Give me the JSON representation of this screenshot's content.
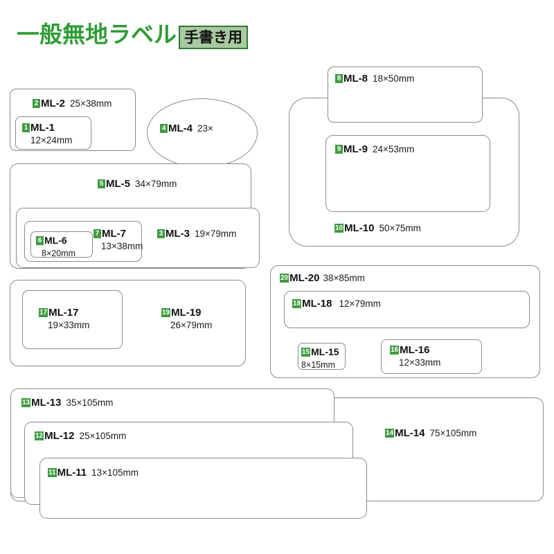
{
  "header": {
    "title": "一般無地ラベル",
    "badge": "手書き用",
    "title_color": "#2e9c34",
    "badge_fill": "#a9c9a1",
    "badge_border": "#2f7a33"
  },
  "theme": {
    "badge_green": "#3f9b40",
    "outline": "#8a8a8a",
    "background": "#ffffff",
    "text": "#111111"
  },
  "labels": [
    {
      "key": "ml-2",
      "num": "2",
      "code": "ML-2",
      "dim": "25×38mm",
      "shape": "rounded-rect"
    },
    {
      "key": "ml-1",
      "num": "1",
      "code": "ML-1",
      "dim": "12×24mm",
      "shape": "rounded-rect"
    },
    {
      "key": "ml-4",
      "num": "4",
      "code": "ML-4",
      "dim": "23×",
      "shape": "oval"
    },
    {
      "key": "ml-8",
      "num": "8",
      "code": "ML-8",
      "dim": "18×50mm",
      "shape": "rounded-rect"
    },
    {
      "key": "ml-9",
      "num": "9",
      "code": "ML-9",
      "dim": "24×53mm",
      "shape": "rounded-rect"
    },
    {
      "key": "ml-10",
      "num": "10",
      "code": "ML-10",
      "dim": "50×75mm",
      "shape": "rounded-rect"
    },
    {
      "key": "ml-5",
      "num": "5",
      "code": "ML-5",
      "dim": "34×79mm",
      "shape": "rounded-rect"
    },
    {
      "key": "ml-3",
      "num": "3",
      "code": "ML-3",
      "dim": "19×79mm",
      "shape": "rounded-rect"
    },
    {
      "key": "ml-7",
      "num": "7",
      "code": "ML-7",
      "dim": "13×38mm",
      "shape": "rounded-rect"
    },
    {
      "key": "ml-6",
      "num": "6",
      "code": "ML-6",
      "dim": "8×20mm",
      "shape": "rounded-rect"
    },
    {
      "key": "ml-19",
      "num": "19",
      "code": "ML-19",
      "dim": "26×79mm",
      "shape": "rounded-rect"
    },
    {
      "key": "ml-17",
      "num": "17",
      "code": "ML-17",
      "dim": "19×33mm",
      "shape": "rounded-rect"
    },
    {
      "key": "ml-20",
      "num": "20",
      "code": "ML-20",
      "dim": "38×85mm",
      "shape": "rounded-rect"
    },
    {
      "key": "ml-18",
      "num": "18",
      "code": "ML-18",
      "dim": "12×79mm",
      "shape": "rounded-rect"
    },
    {
      "key": "ml-15",
      "num": "15",
      "code": "ML-15",
      "dim": "8×15mm",
      "shape": "rounded-rect"
    },
    {
      "key": "ml-16",
      "num": "16",
      "code": "ML-16",
      "dim": "12×33mm",
      "shape": "rounded-rect"
    },
    {
      "key": "ml-14",
      "num": "14",
      "code": "ML-14",
      "dim": "75×105mm",
      "shape": "rounded-rect"
    },
    {
      "key": "ml-13",
      "num": "13",
      "code": "ML-13",
      "dim": "35×105mm",
      "shape": "rounded-rect"
    },
    {
      "key": "ml-12",
      "num": "12",
      "code": "ML-12",
      "dim": "25×105mm",
      "shape": "rounded-rect"
    },
    {
      "key": "ml-11",
      "num": "11",
      "code": "ML-11",
      "dim": "13×105mm",
      "shape": "rounded-rect"
    }
  ]
}
